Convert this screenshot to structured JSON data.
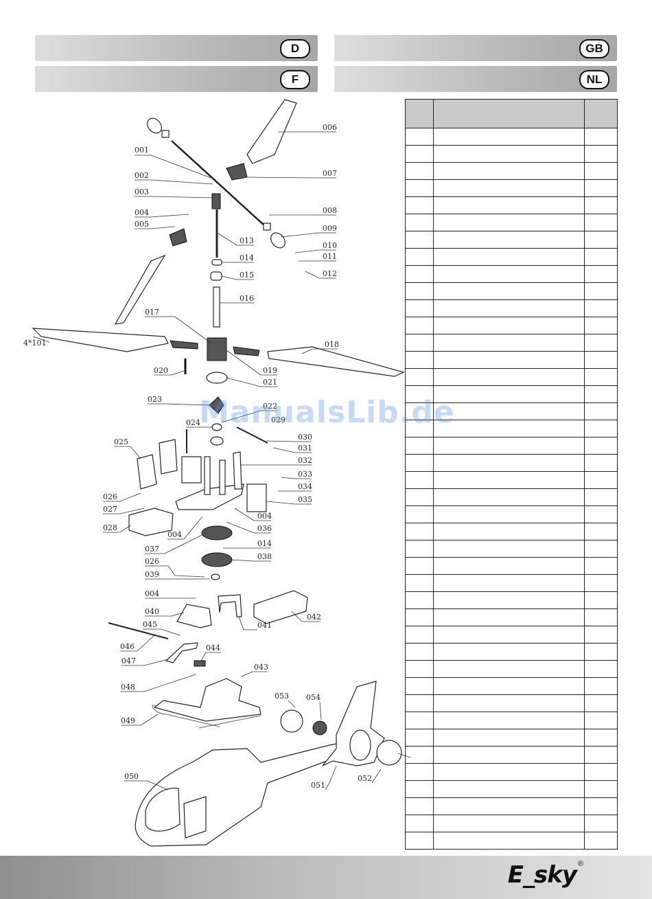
{
  "headers": [
    {
      "code": "D"
    },
    {
      "code": "GB"
    },
    {
      "code": "F"
    },
    {
      "code": "NL"
    }
  ],
  "watermark": "ManualsLib.de",
  "brand": {
    "logo": "E_sky",
    "reg": "®"
  },
  "labels": [
    "001",
    "002",
    "003",
    "004",
    "005",
    "006",
    "007",
    "008",
    "009",
    "010",
    "011",
    "012",
    "013",
    "014",
    "015",
    "016",
    "017",
    "018",
    "019",
    "020",
    "021",
    "022",
    "023",
    "024",
    "025",
    "026",
    "027",
    "028",
    "029",
    "030",
    "031",
    "032",
    "033",
    "034",
    "035",
    "036",
    "037",
    "038",
    "039",
    "040",
    "041",
    "042",
    "043",
    "044",
    "045",
    "046",
    "047",
    "048",
    "049",
    "050",
    "051",
    "052",
    "053",
    "054",
    "4*101"
  ],
  "table_rows": 42
}
